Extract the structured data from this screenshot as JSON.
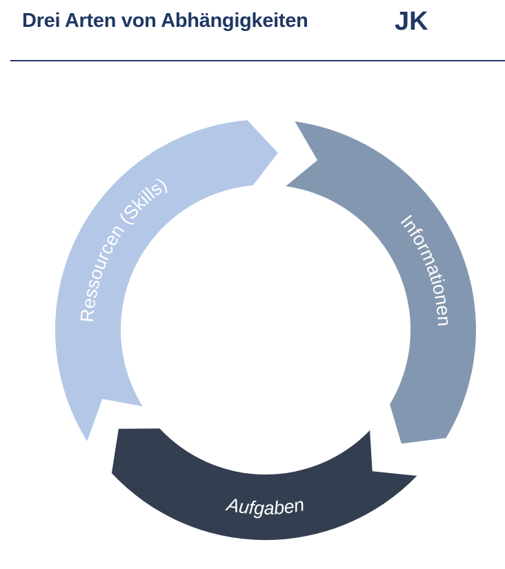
{
  "header": {
    "title": "Drei Arten von Abhängigkeiten",
    "logo": "JK"
  },
  "cycle": {
    "segments": [
      {
        "label": "Ressourcen (Skills)",
        "color": "#b4c7e7"
      },
      {
        "label": "Informationen",
        "color": "#8497b0"
      },
      {
        "label": "Aufgaben",
        "color": "#333f50"
      }
    ]
  }
}
